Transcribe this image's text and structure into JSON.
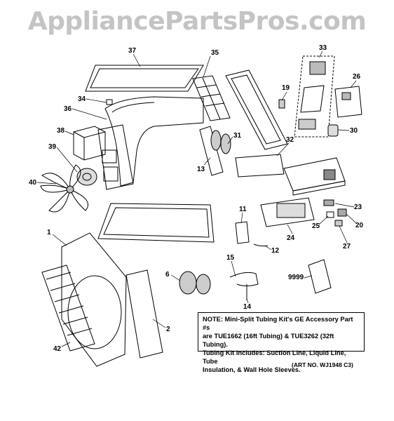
{
  "watermark": "AppliancePartsPros.com",
  "diagram": {
    "callouts": [
      "37",
      "35",
      "33",
      "34",
      "36",
      "19",
      "26",
      "38",
      "31",
      "30",
      "39",
      "32",
      "13",
      "40",
      "11",
      "23",
      "1",
      "25",
      "20",
      "24",
      "27",
      "12",
      "15",
      "6",
      "9999",
      "14",
      "2",
      "42"
    ]
  },
  "note": {
    "line1": "NOTE: Mini-Split Tubing Kit's GE Accessory Part #s",
    "line2": "are TUE1662 (16ft Tubing) & TUE3262 (32ft Tubing).",
    "line3": "Tubing Kit Includes: Suction Line, Liquid Line, Tube",
    "line4": "Insulation, & Wall Hole Sleeves."
  },
  "art_no": "(ART NO. WJ1948 C3)"
}
